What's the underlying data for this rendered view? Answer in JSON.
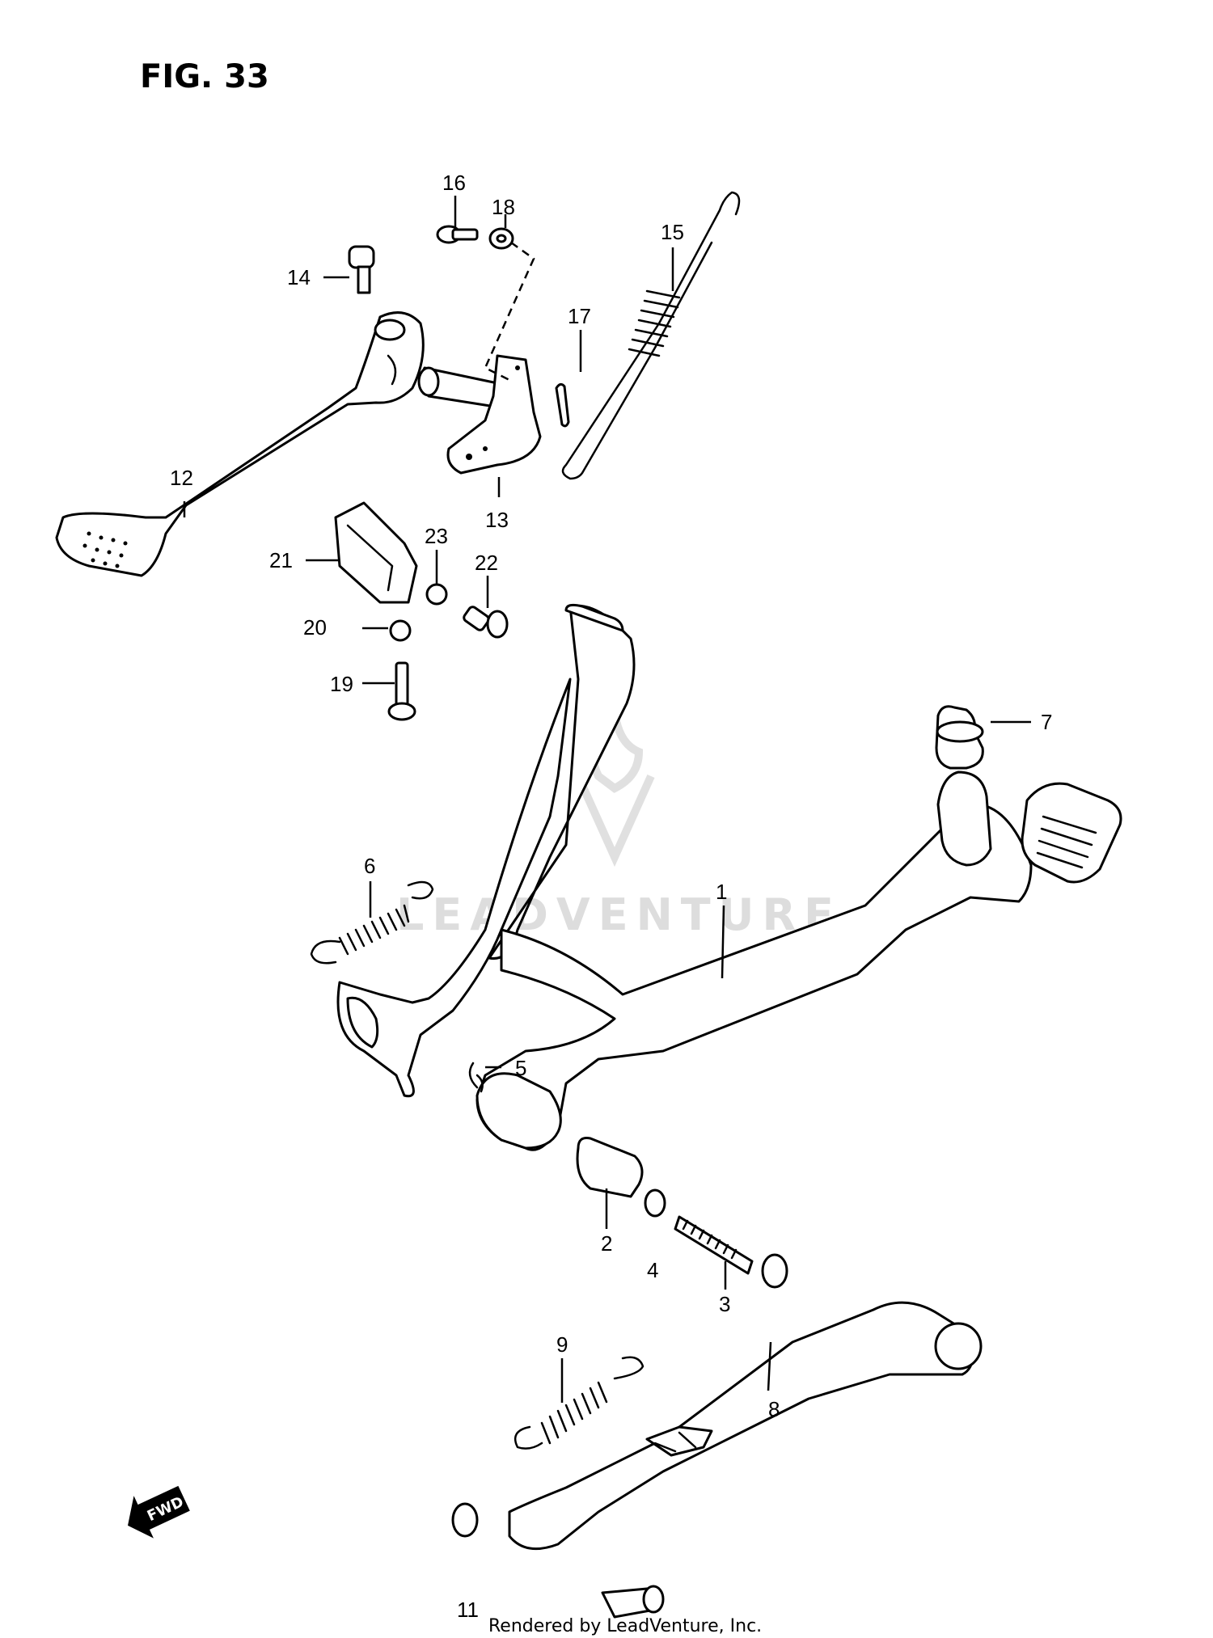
{
  "figure": {
    "title": "FIG. 33"
  },
  "callouts": [
    {
      "id": "1",
      "label": "1"
    },
    {
      "id": "2",
      "label": "2"
    },
    {
      "id": "3",
      "label": "3"
    },
    {
      "id": "4",
      "label": "4"
    },
    {
      "id": "5",
      "label": "5"
    },
    {
      "id": "6",
      "label": "6"
    },
    {
      "id": "7",
      "label": "7"
    },
    {
      "id": "8",
      "label": "8"
    },
    {
      "id": "9",
      "label": "9"
    },
    {
      "id": "11",
      "label": "11"
    },
    {
      "id": "12",
      "label": "12"
    },
    {
      "id": "13",
      "label": "13"
    },
    {
      "id": "14",
      "label": "14"
    },
    {
      "id": "15",
      "label": "15"
    },
    {
      "id": "16",
      "label": "16"
    },
    {
      "id": "17",
      "label": "17"
    },
    {
      "id": "18",
      "label": "18"
    },
    {
      "id": "19",
      "label": "19"
    },
    {
      "id": "20",
      "label": "20"
    },
    {
      "id": "21",
      "label": "21"
    },
    {
      "id": "22",
      "label": "22"
    },
    {
      "id": "23",
      "label": "23"
    }
  ],
  "fwd_arrow": {
    "label": "FWD",
    "icon": "forward-arrow-icon"
  },
  "watermark": {
    "text": "LEADVENTURE",
    "icon": "leadventure-logo-icon"
  },
  "footer": {
    "credit": "Rendered by LeadVenture, Inc."
  }
}
